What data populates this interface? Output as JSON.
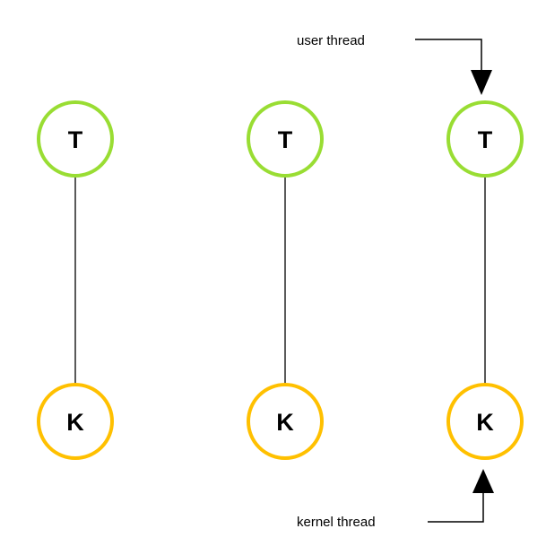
{
  "colors": {
    "user_ring": "#99dd33",
    "kernel_ring": "#ffc000",
    "line": "#000000",
    "text": "#000000",
    "background": "#ffffff"
  },
  "nodes": {
    "user_letter": "T",
    "kernel_letter": "K"
  },
  "labels": {
    "user_thread": "user thread",
    "kernel_thread": "kernel thread"
  }
}
